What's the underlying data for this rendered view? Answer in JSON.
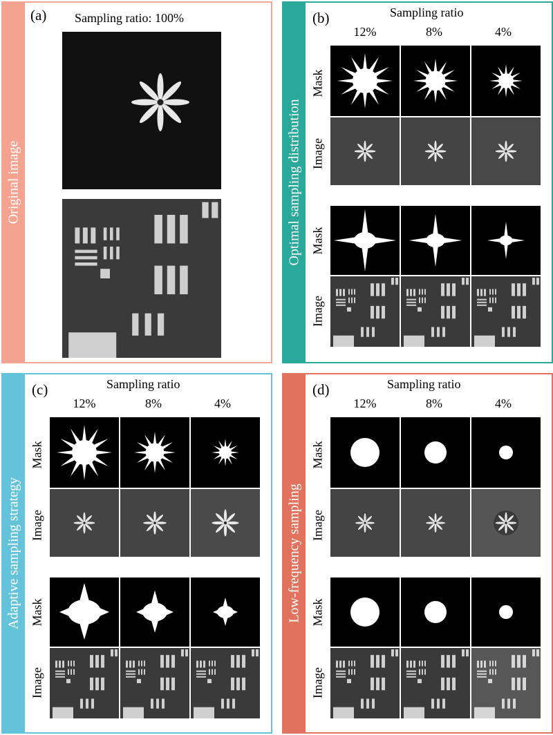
{
  "colors": {
    "a": "#f4a391",
    "b": "#2aa89a",
    "c": "#64c3d9",
    "d": "#e0725e"
  },
  "panel_a": {
    "label": "(a)",
    "title": "Sampling ratio: 100%",
    "side": "Original image"
  },
  "panel_b": {
    "label": "(b)",
    "title": "Sampling ratio",
    "ratios": [
      "12%",
      "8%",
      "4%"
    ],
    "rows": [
      "Mask",
      "Image",
      "Mask",
      "Image"
    ],
    "side": "Optimal sampling distribution"
  },
  "panel_c": {
    "label": "(c)",
    "title": "Sampling ratio",
    "ratios": [
      "12%",
      "8%",
      "4%"
    ],
    "rows": [
      "Mask",
      "Image",
      "Mask",
      "Image"
    ],
    "side": "Adaptive sampling strategy"
  },
  "panel_d": {
    "label": "(d)",
    "title": "Sampling ratio",
    "ratios": [
      "12%",
      "8%",
      "4%"
    ],
    "rows": [
      "Mask",
      "Image",
      "Mask",
      "Image"
    ],
    "side": "Low-frequency sampling"
  }
}
